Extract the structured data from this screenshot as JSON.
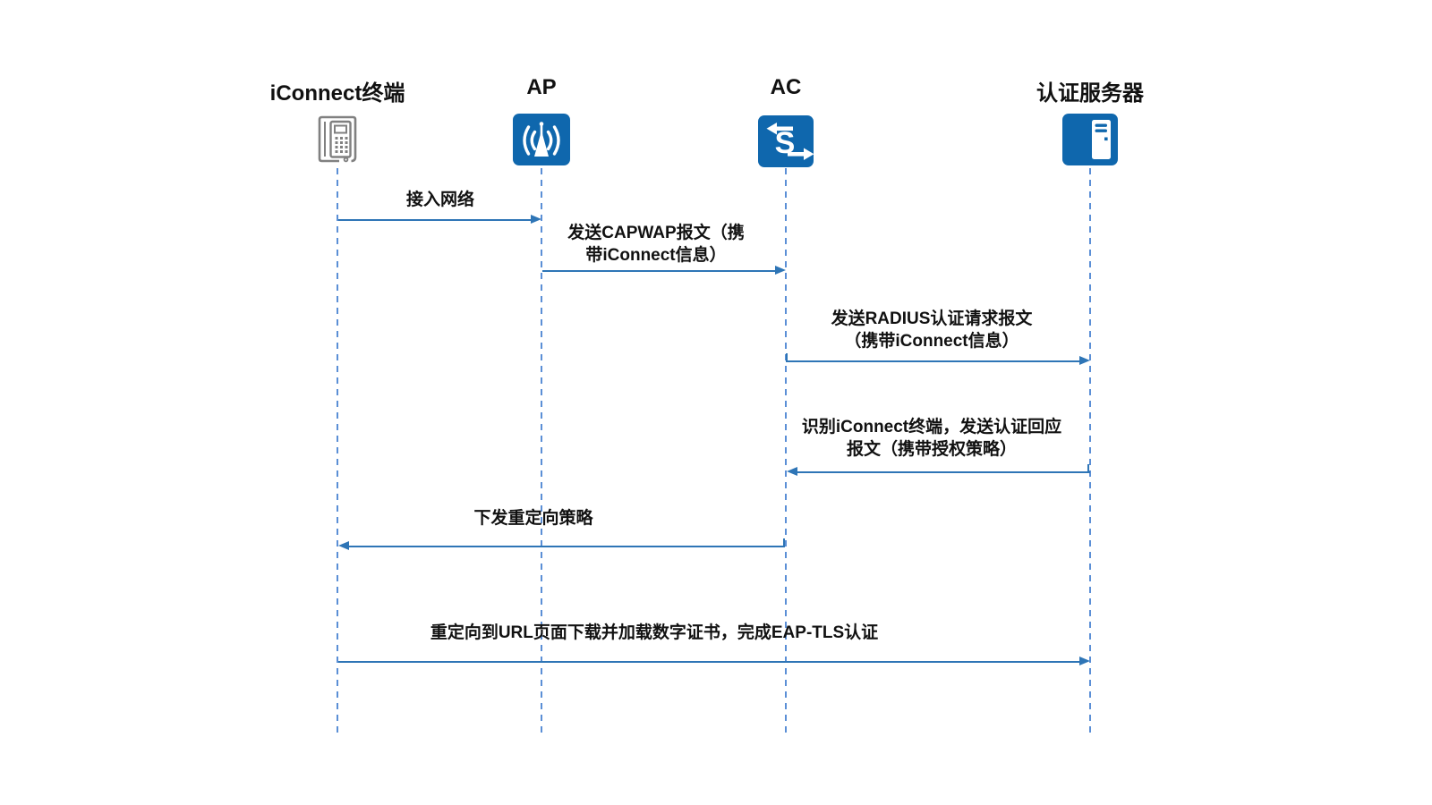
{
  "diagram": {
    "type": "sequence",
    "actors": [
      {
        "name": "iConnect终端",
        "icon": "terminal-icon"
      },
      {
        "name": "AP",
        "icon": "wireless-ap-icon"
      },
      {
        "name": "AC",
        "icon": "switch-icon"
      },
      {
        "name": "认证服务器",
        "icon": "server-icon"
      }
    ],
    "messages": [
      {
        "from": "iConnect终端",
        "to": "AP",
        "direction": "right",
        "lines": [
          "接入网络"
        ]
      },
      {
        "from": "AP",
        "to": "AC",
        "direction": "right",
        "lines": [
          "发送CAPWAP报文（携",
          "带iConnect信息）"
        ]
      },
      {
        "from": "AC",
        "to": "认证服务器",
        "direction": "right",
        "lines": [
          "发送RADIUS认证请求报文",
          "（携带iConnect信息）"
        ]
      },
      {
        "from": "认证服务器",
        "to": "AC",
        "direction": "left",
        "lines": [
          "识别iConnect终端，发送认证回应",
          "报文（携带授权策略）"
        ]
      },
      {
        "from": "AC",
        "to": "iConnect终端",
        "direction": "left",
        "lines": [
          "下发重定向策略"
        ]
      },
      {
        "from": "iConnect终端",
        "to": "认证服务器",
        "direction": "right",
        "lines": [
          "重定向到URL页面下载并加载数字证书，完成EAP-TLS认证"
        ]
      }
    ],
    "colors": {
      "arrow": "#2E75B6",
      "lifeline": "#5B8FD6",
      "icon_blue": "#0F67AD",
      "icon_gray": "#808080",
      "text": "#111111"
    }
  }
}
